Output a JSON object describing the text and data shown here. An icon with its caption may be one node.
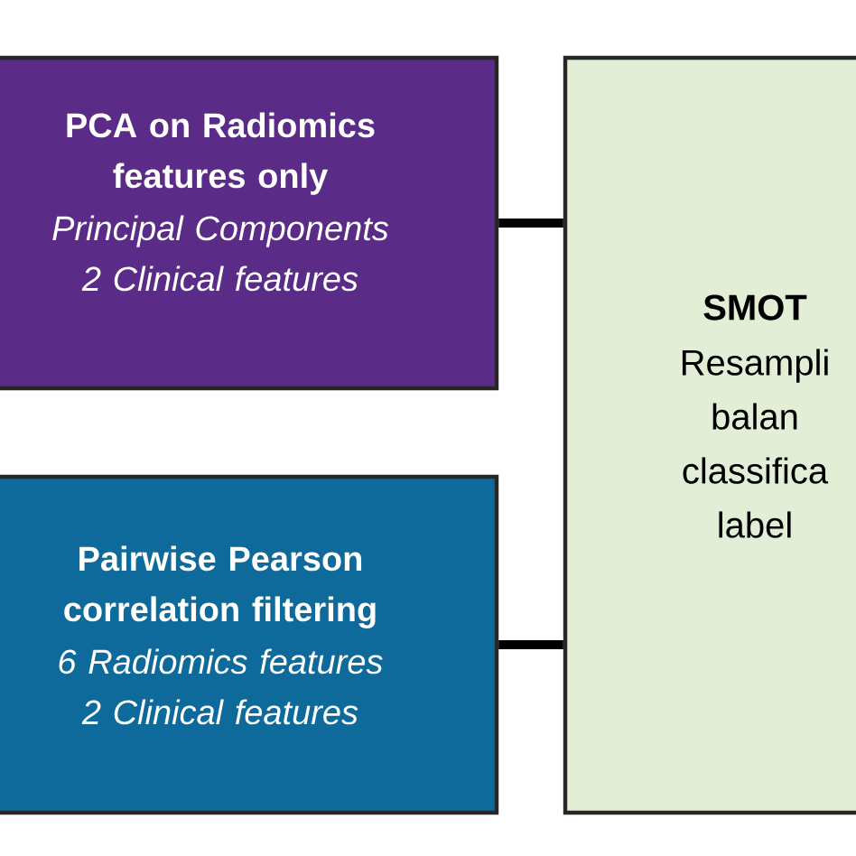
{
  "diagram": {
    "nodes": [
      {
        "text": [
          "PCA on Radiomics features only",
          "Principal Components 2 Clinical features"
        ]
      },
      {
        "text": [
          "Pairwise Pearson correlation filtering",
          "6 Radiomics features 2 Clinical features"
        ]
      },
      {
        "text": [
          "SMOT",
          "Resampli balan classifica label"
        ]
      }
    ],
    "edges": [
      {
        "from": 0,
        "to": 2,
        "arrow": "none"
      },
      {
        "from": 1,
        "to": 2,
        "arrow": "none"
      }
    ]
  }
}
